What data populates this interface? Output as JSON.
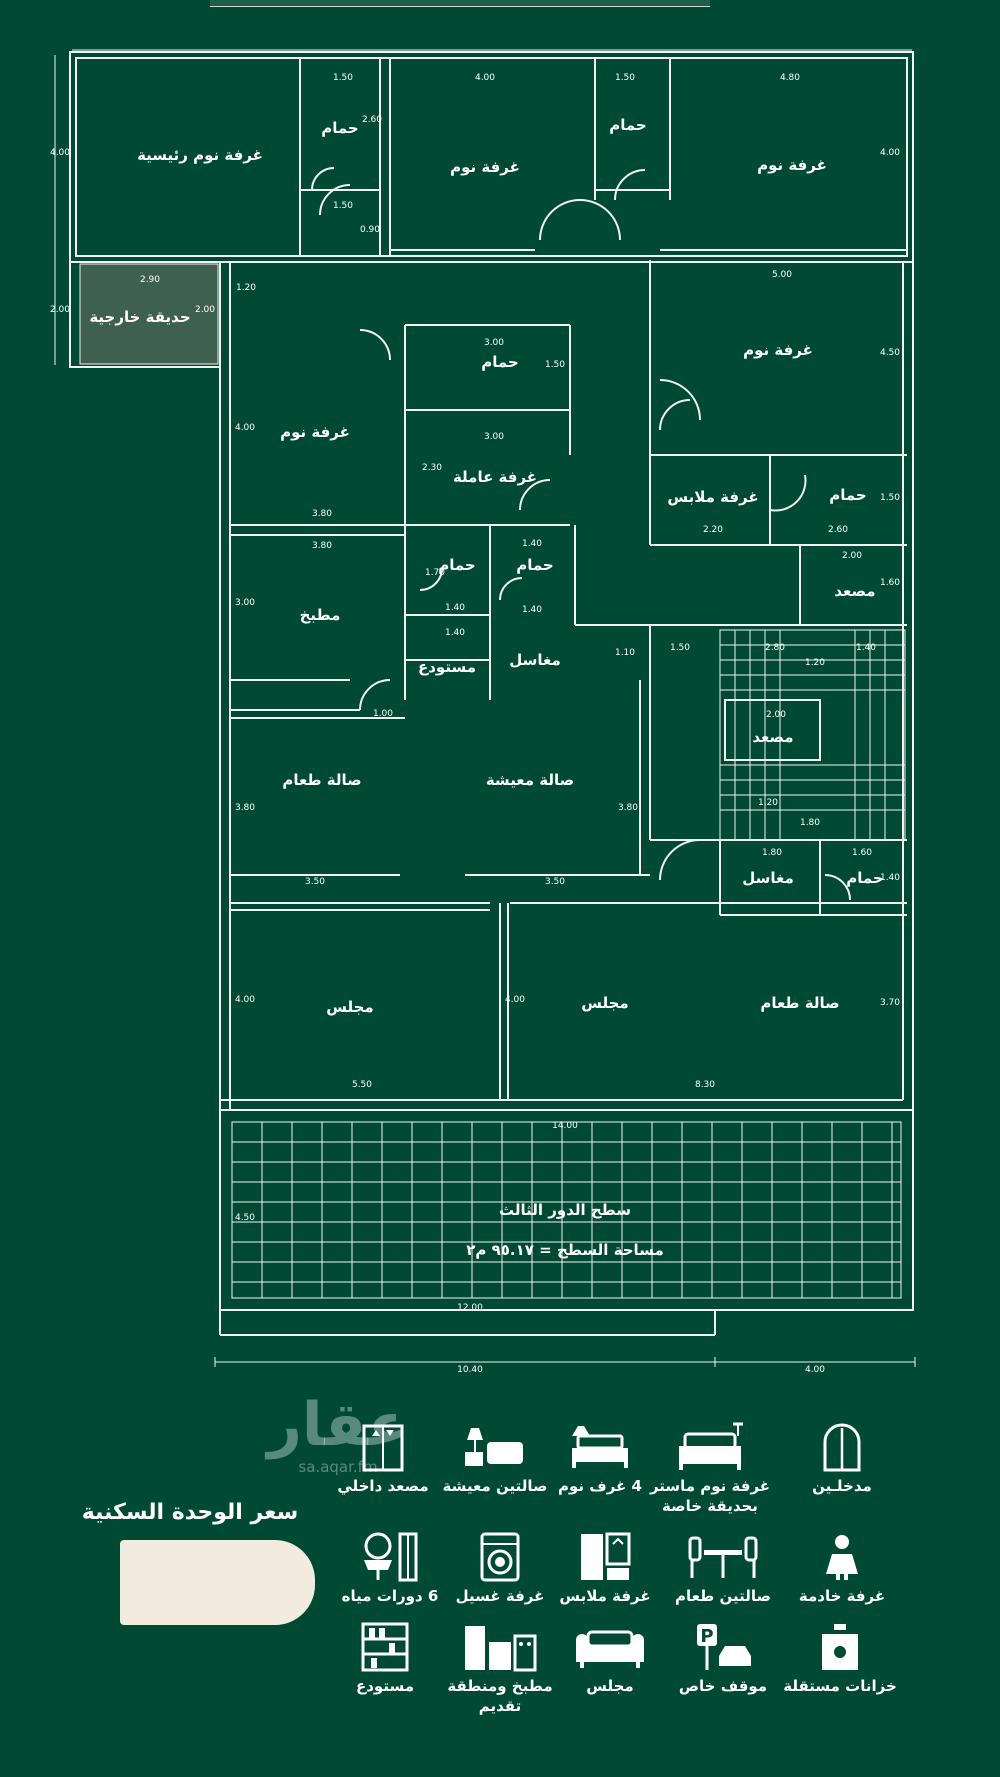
{
  "rooms": {
    "master_bedroom": "غرفة نوم رئيسية",
    "bath_1": "حمام",
    "bedroom_1": "غرفة نوم",
    "bath_2": "حمام",
    "bedroom_2": "غرفة نوم",
    "garden": "حديقة خارجية",
    "bedroom_3": "غرفة نوم",
    "bath_3": "حمام",
    "bedroom_4": "غرفة نوم",
    "maid_room": "غرفة عاملة",
    "dressing": "غرفة ملابس",
    "bath_4": "حمام",
    "bath_5": "حمام",
    "bath_6": "حمام",
    "elevator_1": "مصعد",
    "kitchen": "مطبخ",
    "storage": "مستودع",
    "sinks_1": "مغاسل",
    "elevator_2": "مصعد",
    "dining_1": "صالة طعام",
    "living": "صالة معيشة",
    "sinks_2": "مغاسل",
    "bath_7": "حمام",
    "majlis_1": "مجلس",
    "majlis_2": "مجلس",
    "dining_2": "صالة طعام",
    "roof": "سطح الدور الثالث",
    "roof_area": "مساحة السطح = ٩٥.١٧ م٢"
  },
  "dims": {
    "d_top_150a": "1.50",
    "d_top_400": "4.00",
    "d_top_150b": "1.50",
    "d_top_480": "4.80",
    "d_left_400": "4.00",
    "d_260": "2.60",
    "d_150c": "1.50",
    "d_090": "0.90",
    "d_400r": "4.00",
    "d_200": "2.00",
    "d_290": "2.90",
    "d_200b": "2.00",
    "d_120": "1.20",
    "d_500": "5.00",
    "d_300": "3.00",
    "d_150d": "1.50",
    "d_450": "4.50",
    "d_400c": "4.00",
    "d_300b": "3.00",
    "d_230": "2.30",
    "d_380": "3.80",
    "d_220": "2.20",
    "d_260b": "2.60",
    "d_150e": "1.50",
    "d_140a": "1.40",
    "d_170": "1.70",
    "d_380b": "3.80",
    "d_200c": "2.00",
    "d_160": "1.60",
    "d_140b": "1.40",
    "d_140c": "1.40",
    "d_300c": "3.00",
    "d_110": "1.10",
    "d_150f": "1.50",
    "d_280": "2.80",
    "d_140d": "1.40",
    "d_120b": "1.20",
    "d_100": "1.00",
    "d_200d": "2.00",
    "d_380c": "3.80",
    "d_380d": "3.80",
    "d_120c": "1.20",
    "d_180": "1.80",
    "d_180b": "1.80",
    "d_160b": "1.60",
    "d_350a": "3.50",
    "d_350b": "3.50",
    "d_140e": "1.40",
    "d_400d": "4.00",
    "d_400e": "4.00",
    "d_370": "3.70",
    "d_550": "5.50",
    "d_830": "8.30",
    "d_1400": "14.00",
    "d_450b": "4.50",
    "d_1200": "12.00",
    "d_1040": "10.40",
    "d_400f": "4.00"
  },
  "features": [
    {
      "label": "مدخلـين",
      "icon": "door-icon"
    },
    {
      "label": "غرفة نوم ماستر بحديقة خاصة",
      "icon": "double-bed-icon"
    },
    {
      "label": "4 غرف نوم",
      "icon": "bed-icon"
    },
    {
      "label": "صالتين معيشة",
      "icon": "sofa-lamp-icon"
    },
    {
      "label": "مصعد داخلي",
      "icon": "elevator-icon"
    },
    {
      "label": "غرفة خادمة",
      "icon": "maid-icon"
    },
    {
      "label": "صالتين طعام",
      "icon": "dining-table-icon"
    },
    {
      "label": "غرفة ملابس",
      "icon": "wardrobe-icon"
    },
    {
      "label": "غرفة غسيل",
      "icon": "washing-machine-icon"
    },
    {
      "label": "6 دورات مياه",
      "icon": "washbasin-icon"
    },
    {
      "label": "خزانات مستقلة",
      "icon": "water-tank-icon"
    },
    {
      "label": "موقف خاص",
      "icon": "parking-icon"
    },
    {
      "label": "مجلس",
      "icon": "couch-icon"
    },
    {
      "label": "مطبخ ومنطقة تقديم",
      "icon": "kitchen-icon"
    },
    {
      "label": "مستودع",
      "icon": "shelves-icon"
    }
  ],
  "price_title": "سعر الوحدة السكنية",
  "logo": {
    "name": "عقار",
    "url": "sa.aqar.fm"
  },
  "colors": {
    "background": "#004a33",
    "line": "#f2f2f2",
    "price_box": "#f2ece0"
  }
}
